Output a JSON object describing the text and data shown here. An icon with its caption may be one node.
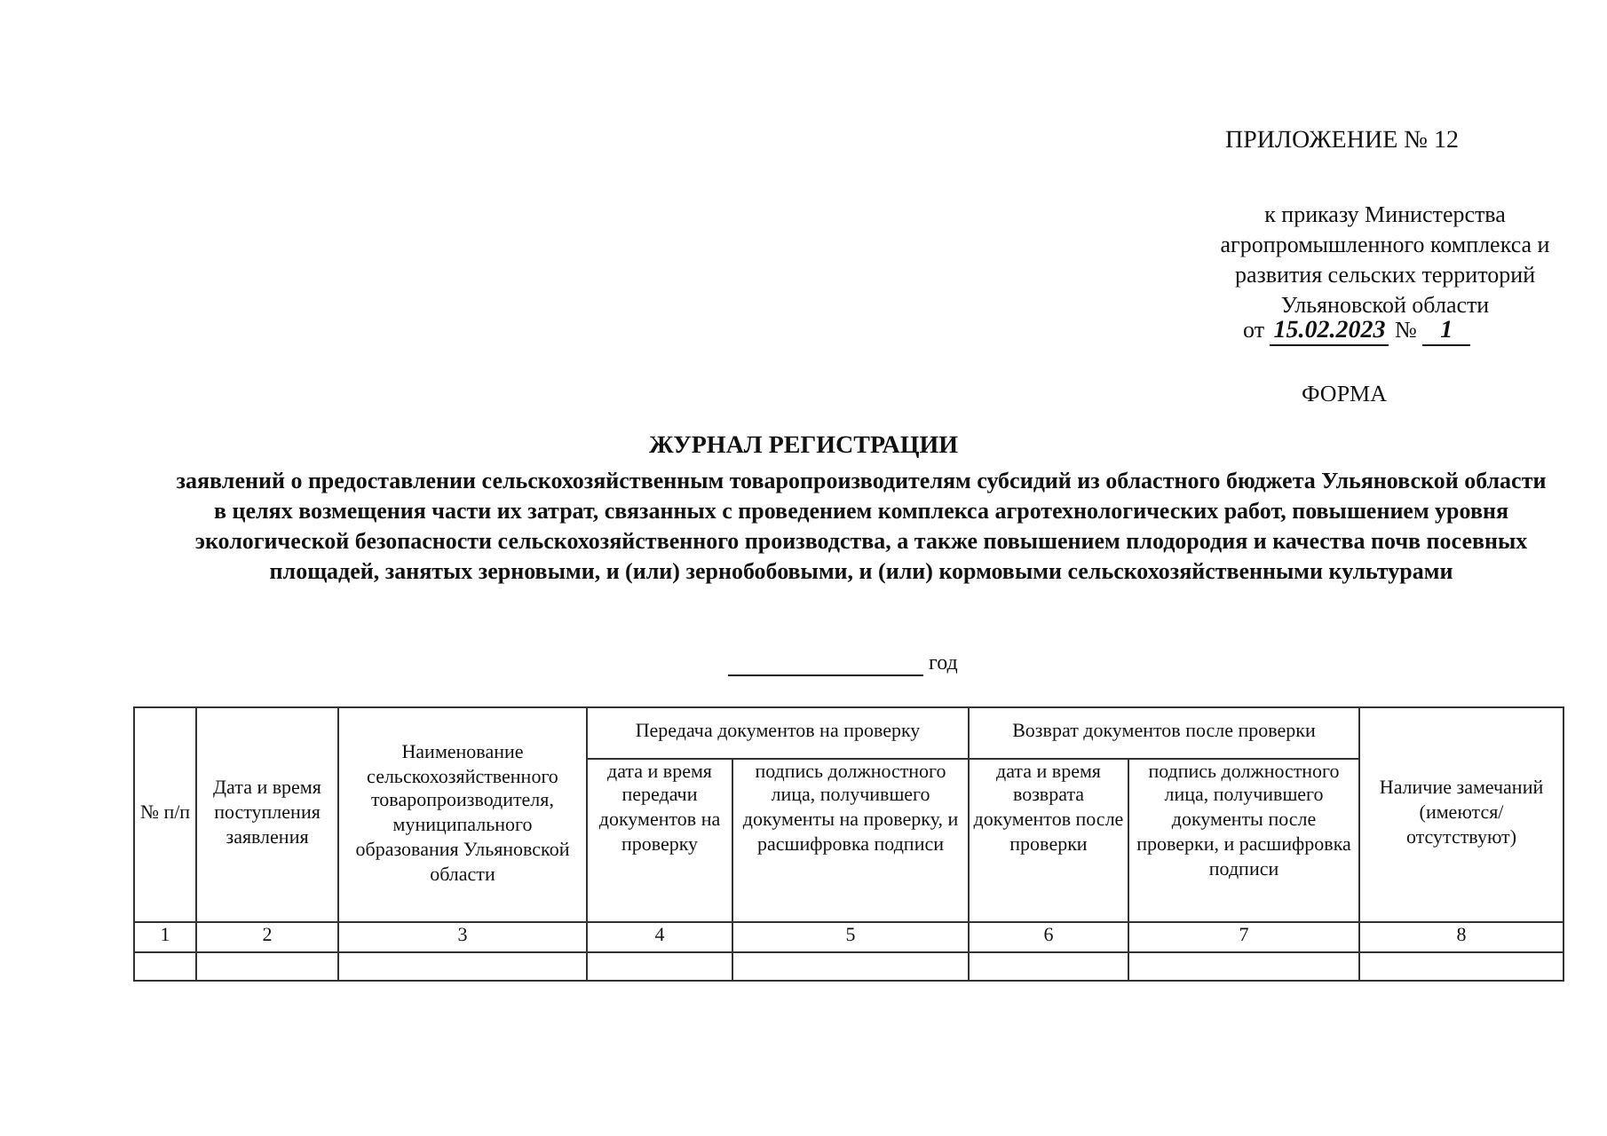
{
  "diagram": {
    "title": "ЖУРНАЛ РЕГИСТРАЦИИ",
    "labels": [
      "ПРИЛОЖЕНИЕ № 12",
      "к приказу Министерства агропромышленного комплекса и развития сельских территорий Ульяновской области",
      "от",
      "15.02.2023",
      "№",
      "1",
      "ФОРМА",
      "заявлений о предоставлении сельскохозяйственным товаропроизводителям субсидий из областного бюджета Ульяновской области в целях возмещения части их затрат, связанных с проведением комплекса агротехнологических работ, повышением уровня экологической безопасности сельскохозяйственного производства, а также повышением плодородия и качества почв посевных площадей, занятых зерновыми, и (или) зернобобовыми, и (или) кормовыми сельскохозяйственными культурами",
      "год",
      "№ п/п",
      "Дата и время поступления заявления",
      "Наименование сельскохозяйственного товаропроизводителя, муниципального образования Ульяновской области",
      "Передача документов на проверку",
      "Возврат документов после проверки",
      "дата и время передачи документов на проверку",
      "подпись должностного лица, получившего документы на проверку, и расшифровка подписи",
      "дата и время возврата документов после проверки",
      "подпись должностного лица, получившего документы после проверки, и расшифровка подписи",
      "Наличие замечаний (имеются/ отсутствуют)",
      "1",
      "2",
      "3",
      "4",
      "5",
      "6",
      "7",
      "8"
    ]
  }
}
